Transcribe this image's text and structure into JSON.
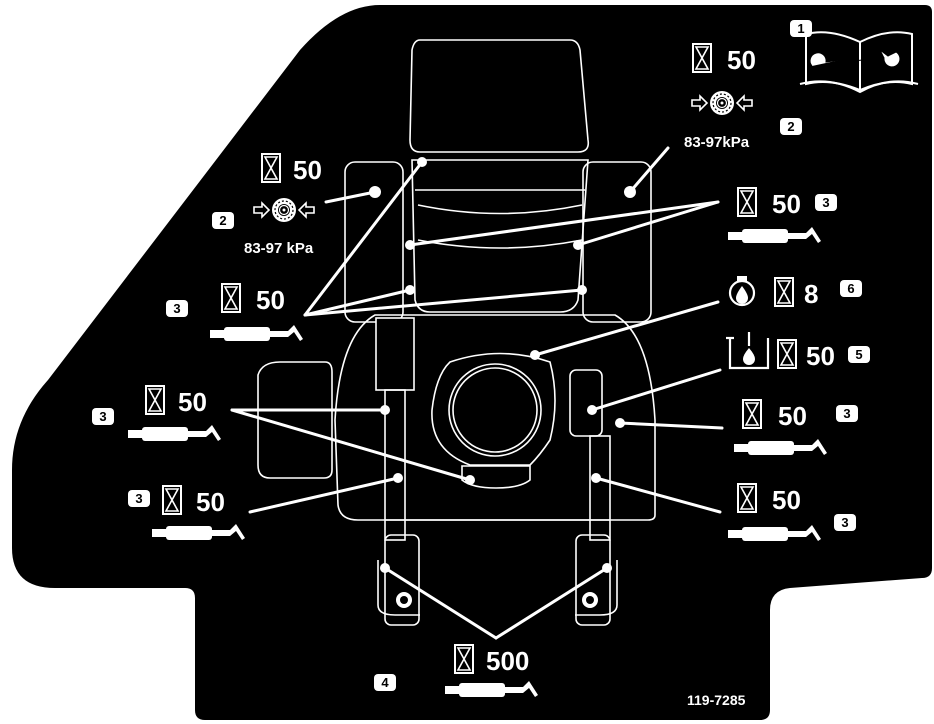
{
  "document_code": "119-7285",
  "intervals": {
    "top_right": "50",
    "left_tire": "50",
    "right_upper": "50",
    "left_upper": "50",
    "right_mid": "8",
    "right_hydraulic": "50",
    "left_mid": "50",
    "right_lower": "50",
    "left_lower": "50",
    "right_bottom": "50",
    "bottom": "500"
  },
  "pressures": {
    "right": "83-97kPa",
    "left": "83-97 kPa"
  },
  "callouts": {
    "manual": "1",
    "tire_right": "2",
    "tire_left": "2",
    "grease_right_upper": "3",
    "grease_left_upper": "3",
    "engine_oil": "6",
    "hydraulic": "5",
    "grease_left_mid": "3",
    "grease_right_lower": "3",
    "grease_left_lower": "3",
    "grease_right_bottom": "3",
    "grease_bottom": "4"
  },
  "icons": [
    "hourglass-icon",
    "tire-icon",
    "grease-gun-icon",
    "oil-drop-icon",
    "hydraulic-reservoir-icon",
    "manual-wrench-icon"
  ],
  "colors": {
    "background": "#000000",
    "foreground": "#ffffff"
  }
}
